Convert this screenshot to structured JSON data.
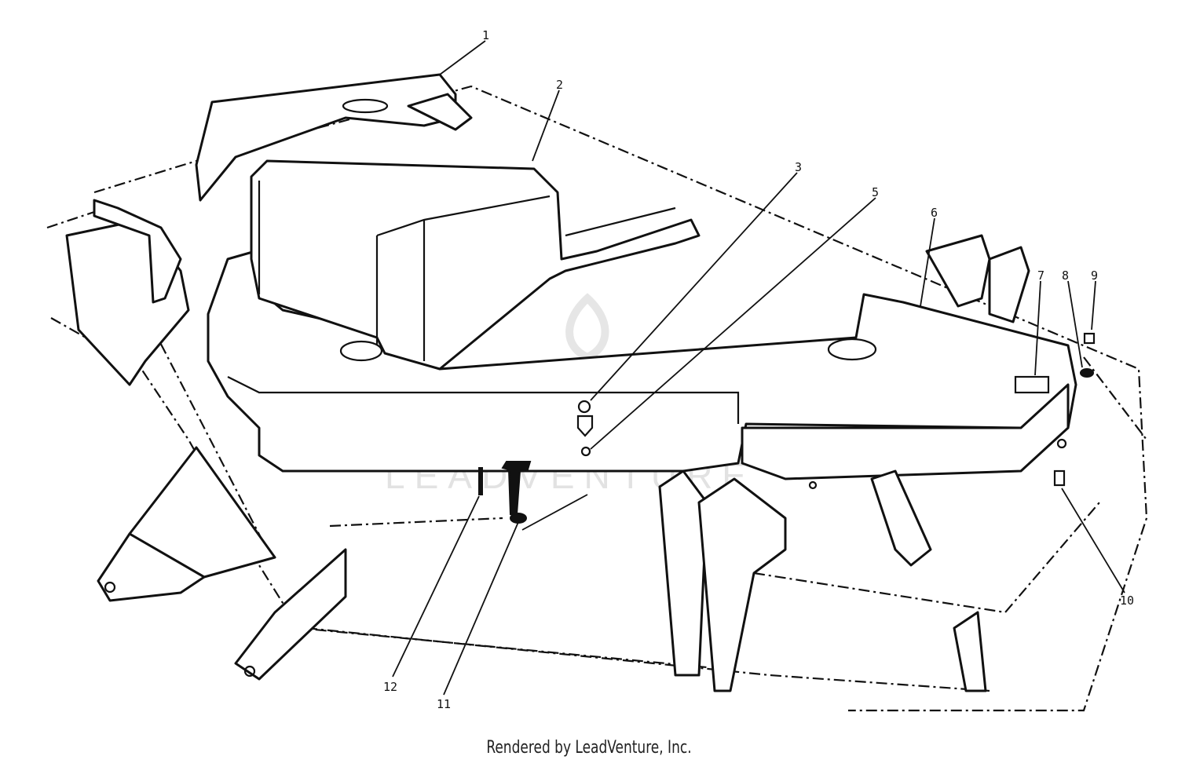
{
  "watermark": {
    "text": "LEADVENTURE",
    "icon": "leadventure-flame-logo"
  },
  "callouts": [
    "1",
    "2",
    "3",
    "5",
    "6",
    "7",
    "8",
    "9",
    "10",
    "11",
    "12"
  ],
  "footer": {
    "credit": "Rendered by LeadVenture, Inc."
  }
}
